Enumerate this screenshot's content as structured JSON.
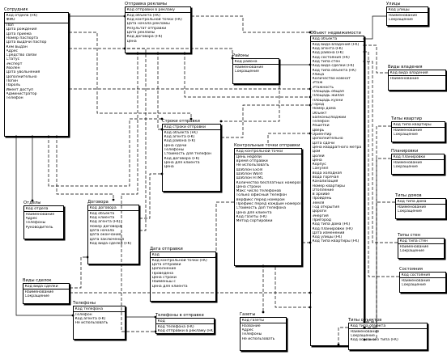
{
  "entities": [
    {
      "id": "sotr",
      "title": "Сотрудник",
      "pk": [
        "Код отдела (FK)",
        "ФИО"
      ],
      "attrs": [
        "Пол",
        "Дата рождения",
        "Дата приема",
        "Номер паспорта",
        "Дата выдачи паспор",
        "Кем выдан",
        "Адрес",
        "Средство связи",
        "Статус",
        "Эксперт",
        "Уволен",
        "Дата увольнения",
        "Дополнительно",
        "Логин",
        "Пароль",
        "Имеет доступ",
        "Администратор",
        "Телефон"
      ]
    },
    {
      "id": "otpr_reklamy",
      "title": "Отправка рекламы",
      "pk": [
        "Код отправки в рекламу"
      ],
      "attrs": [
        "Код объекта (FK)",
        "Код контрольной точки (FK)",
        "Дата начала рекламы",
        "Результат отправки",
        "Дата рекламы",
        "Код договора (FK)",
        "Цена"
      ]
    },
    {
      "id": "ulitsy",
      "title": "Улицы",
      "pk": [
        "Код улицы"
      ],
      "attrs": [
        "Наименование",
        "Сокращение"
      ]
    },
    {
      "id": "obekt",
      "title": "Объект недвижимости",
      "pk": [
        "Код объекта"
      ],
      "attrs": [
        "Код вида владения (FK)",
        "Код агента (FK)",
        "Код района (FK)",
        "Код состояния (FK)",
        "Код типа стен",
        "Код вида сделки (FK)",
        "Код типа объекта (FK)",
        "Улица",
        "Количество комнат",
        "Этаж",
        "Этажность",
        "Площадь общая",
        "Площадь жилая",
        "Площадь кухни",
        "Город",
        "Номер дома",
        "Объект",
        "Балконы/лоджии",
        "Телефон",
        "Решетки",
        "Дверь",
        "Ориентир",
        "Дополнительно",
        "Дата сдачи",
        "Цена квадратного метра",
        "Дом",
        "Долей",
        "Цена",
        "Корпус",
        "Санузел",
        "Вода холодная",
        "Вода горячая",
        "Канализация",
        "Номер квартиры",
        "Отопление",
        "В архиве",
        "Пройдень",
        "Земля",
        "Год открытия",
        "Дороги",
        "Энергия",
        "Пригород",
        "Код типа дома (FK)",
        "Код планировки (FK)",
        "Дата изменений",
        "Код улицы (FK)",
        "Код типа квартиры (FK)"
      ]
    },
    {
      "id": "rayony",
      "title": "Районы",
      "pk": [
        "Код района"
      ],
      "attrs": [
        "Наименование",
        "Сокращение"
      ]
    },
    {
      "id": "vidy_vlad",
      "title": "Виды владения",
      "pk": [
        "Код вида владения"
      ],
      "attrs": [
        "Наименование"
      ]
    },
    {
      "id": "tipy_kvartir",
      "title": "Типы квартир",
      "pk": [
        "Код типа квартиры"
      ],
      "attrs": [
        "Наименование",
        "Сокращение"
      ]
    },
    {
      "id": "stroki_otpr",
      "title": "Строки отправки",
      "pk": [
        "Код строки отправки"
      ],
      "attrs": [
        "Код объекта (FK)",
        "Код агента (FK)",
        "Код района (FK)",
        "Цена сдачи",
        "Телефоны",
        "Стоимость для телефон",
        "Код договора (FK)",
        "Цена для клиента",
        "Цена"
      ]
    },
    {
      "id": "planirovki",
      "title": "Планировки",
      "pk": [
        "Код планировки"
      ],
      "attrs": [
        "Наименование",
        "Сокращение"
      ]
    },
    {
      "id": "kt_otpr",
      "title": "Контрольные точки отправки",
      "pk": [
        "Код контрольной точки"
      ],
      "attrs": [
        "День недели",
        "Время отправки",
        "Не использовать",
        "Шаблон Excel",
        "Шаблон Word",
        "Шаблон HTML",
        "Количество бесплатных номеров",
        "Цена строки",
        "Макс число телефонов",
        "Только офисный телефон",
        "Верфикс перед номером",
        "Префикс перед каждым номером",
        "Стоимость доп телефона",
        "Цена для клиента",
        "Код газеты (FK)",
        "Метод сортировки"
      ]
    },
    {
      "id": "tipy_domov",
      "title": "Типы домов",
      "pk": [
        "Код типа дома"
      ],
      "attrs": [
        "Наименование",
        "Сокращение"
      ]
    },
    {
      "id": "otdely",
      "title": "Отделы",
      "pk": [
        "Код отдела"
      ],
      "attrs": [
        "Наименование",
        "Адрес",
        "Телефоны",
        "Руководитель"
      ]
    },
    {
      "id": "dogovora",
      "title": "Договора",
      "pk": [
        "Код договора"
      ],
      "attrs": [
        "Код объекта",
        "Код клиента",
        "Код агента (FK)",
        "Номер договора",
        "Дата начала",
        "Дата окончания",
        "Дата заключения",
        "Код вида сделки (FK)"
      ]
    },
    {
      "id": "tipy_sten",
      "title": "Типы стен",
      "pk": [
        "Код типа стен"
      ],
      "attrs": [
        "Наименование",
        "Сокращение"
      ]
    },
    {
      "id": "data_otpr",
      "title": "Дата отправки",
      "pk": [
        "Код"
      ],
      "attrs": [
        "Код контрольной точки (FK)",
        "Дата отправки",
        "Дополнение",
        "Проведена",
        "Цена строки",
        "Наименьш с",
        "Цена для клиента"
      ]
    },
    {
      "id": "vidy_sdelok",
      "title": "Виды сделок",
      "pk": [
        "Код вида сделки"
      ],
      "attrs": [
        "Наименование",
        "Сокращение"
      ]
    },
    {
      "id": "sostoyaniya",
      "title": "Состояния",
      "pk": [
        "Код состояния"
      ],
      "attrs": [
        "Наименование",
        "Сокращение"
      ]
    },
    {
      "id": "telefony",
      "title": "Телефоны",
      "pk": [
        "Код телефона"
      ],
      "attrs": [
        "Телефон",
        "Код агента (FK)",
        "Не использовать"
      ]
    },
    {
      "id": "tel_v_otpr",
      "title": "Телефоны в отправке",
      "pk": [
        "Код"
      ],
      "attrs": [
        "Код телефона (FK)",
        "Код отправки в рекламу (FK)"
      ]
    },
    {
      "id": "gazety",
      "title": "Газеты",
      "pk": [
        "Код газеты"
      ],
      "attrs": [
        "Название",
        "Адрес",
        "Телефоны",
        "Не использовать"
      ]
    },
    {
      "id": "tipy_obektov",
      "title": "Типы объектов",
      "pk": [
        "Код типа объекта"
      ],
      "attrs": [
        "Наименование",
        "Сокращение",
        "Код основного типа (FK)"
      ]
    }
  ]
}
